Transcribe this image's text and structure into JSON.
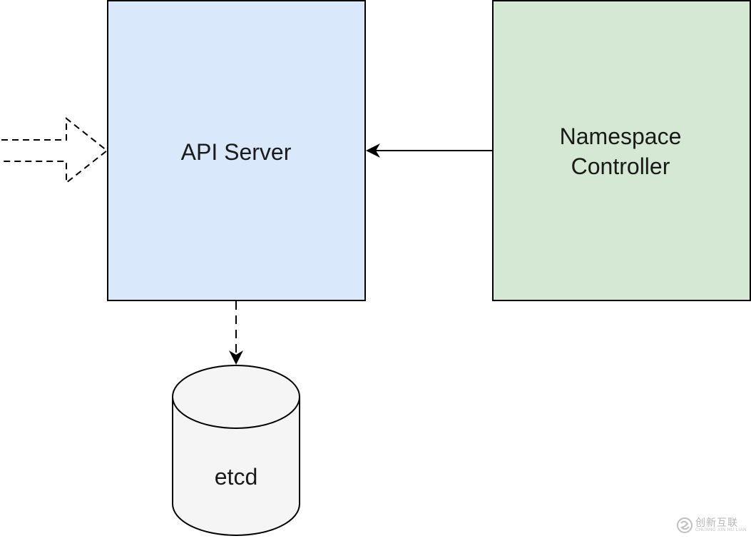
{
  "diagram": {
    "nodes": {
      "api_server": {
        "label": "API Server",
        "fill": "#dae8fc"
      },
      "namespace_controller": {
        "label_line1": "Namespace",
        "label_line2": "Controller",
        "fill": "#d5e8d4"
      },
      "etcd": {
        "label": "etcd",
        "fill": "#f5f5f5"
      }
    },
    "edges": [
      {
        "from": "external",
        "to": "api_server",
        "style": "dashed-outline-block-arrow"
      },
      {
        "from": "namespace_controller",
        "to": "api_server",
        "style": "solid"
      },
      {
        "from": "api_server",
        "to": "etcd",
        "style": "dashed"
      }
    ],
    "stroke_color": "#000000"
  },
  "watermark": {
    "text_cn": "创新互联",
    "text_en": "CHUANG XIN HU LIAN",
    "icon": "swirl-logo-icon"
  }
}
